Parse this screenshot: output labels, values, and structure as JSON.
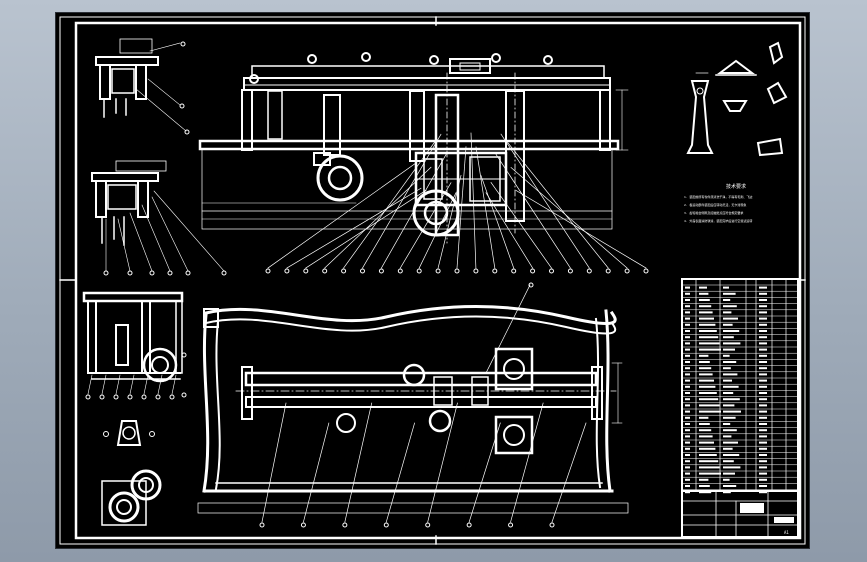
{
  "drawing": {
    "sheet": "A1",
    "notes_heading": "技术要求",
    "notes_lines": [
      "1. 装配前所有零件须清洗干净，不得有毛刺、飞边",
      "2. 各运动部件装配后应转动灵活，无卡滞现象",
      "3. 齿轮啮合侧隙及接触斑点应符合规定要求",
      "4. 外露表面涂防锈漆，装配完毕后进行空载试运转"
    ]
  },
  "colors": {
    "background_top": "#b9c3cf",
    "background_bottom": "#8e9aa9",
    "sheet": "#000000",
    "lines": "#ffffff"
  },
  "balloon_counts": {
    "front_view": 21,
    "plan_view": 8,
    "side_view": 7
  }
}
